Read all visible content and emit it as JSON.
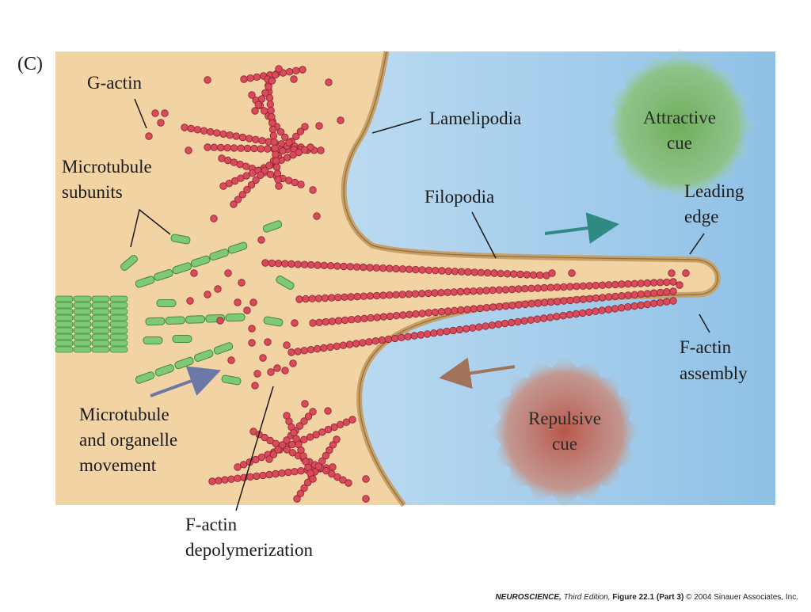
{
  "panel_letter": "(C)",
  "labels": {
    "g_actin": "G-actin",
    "microtubule_subunits_1": "Microtubule",
    "microtubule_subunits_2": "subunits",
    "lamelipodia": "Lamelipodia",
    "filopodia": "Filopodia",
    "leading_edge_1": "Leading",
    "leading_edge_2": "edge",
    "factin_assembly_1": "F-actin",
    "factin_assembly_2": "assembly",
    "mt_movement_1": "Microtubule",
    "mt_movement_2": "and organelle",
    "mt_movement_3": "movement",
    "factin_depoly_1": "F-actin",
    "factin_depoly_2": "depolymerization"
  },
  "cues": {
    "attractive_1": "Attractive",
    "attractive_2": "cue",
    "repulsive_1": "Repulsive",
    "repulsive_2": "cue"
  },
  "credit": {
    "book": "NEUROSCIENCE,",
    "edition": " Third Edition, ",
    "figure": "Figure 22.1 (Part 3)",
    "rest": "  © 2004 Sinauer Associates, Inc."
  },
  "colors": {
    "cytoplasm": "#f2d3a4",
    "membrane": "#c7a067",
    "actin": "#d94a5a",
    "microtubule": "#7fc876",
    "attractive": "#6fae5a",
    "repulsive": "#b9574a",
    "arrow_attract": "#2e8a83",
    "arrow_repulse": "#a0735a",
    "arrow_organelle": "#6b78a8"
  }
}
